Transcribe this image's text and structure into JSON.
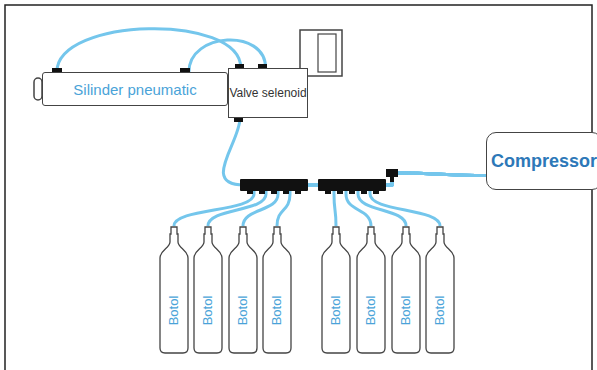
{
  "diagram": {
    "nodes": [
      {
        "text": [
          "Silinder pneumatic"
        ]
      },
      {
        "text": [
          "Valve selenoid"
        ]
      },
      {
        "text": [
          "Compressor"
        ]
      },
      {
        "text": [
          "Botol"
        ]
      },
      {
        "text": [
          "Botol"
        ]
      },
      {
        "text": [
          "Botol"
        ]
      },
      {
        "text": [
          "Botol"
        ]
      },
      {
        "text": [
          "Botol"
        ]
      },
      {
        "text": [
          "Botol"
        ]
      },
      {
        "text": [
          "Botol"
        ]
      },
      {
        "text": [
          "Botol"
        ]
      }
    ],
    "edges": [
      {
        "from": 0,
        "to": 1,
        "arrow": "none"
      },
      {
        "from": 0,
        "to": 1,
        "arrow": "none"
      },
      {
        "from": 2,
        "to": 1,
        "arrow": "none"
      },
      {
        "from": 2,
        "to": 3,
        "arrow": "none"
      },
      {
        "from": 2,
        "to": 4,
        "arrow": "none"
      },
      {
        "from": 2,
        "to": 5,
        "arrow": "none"
      },
      {
        "from": 2,
        "to": 6,
        "arrow": "none"
      },
      {
        "from": 2,
        "to": 7,
        "arrow": "none"
      },
      {
        "from": 2,
        "to": 8,
        "arrow": "none"
      },
      {
        "from": 2,
        "to": 9,
        "arrow": "none"
      },
      {
        "from": 2,
        "to": 10,
        "arrow": "none"
      }
    ]
  }
}
